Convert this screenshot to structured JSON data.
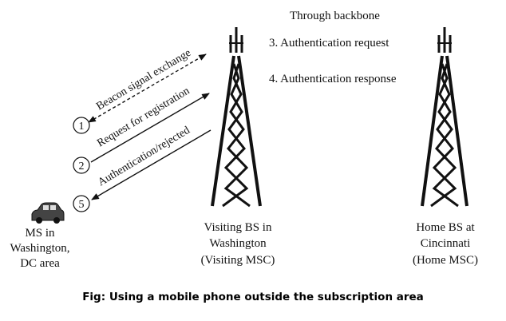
{
  "header": {
    "backbone_label": "Through backbone"
  },
  "steps_backbone": [
    {
      "label": "3. Authentication request"
    },
    {
      "label": "4. Authentication response"
    }
  ],
  "arrows": [
    {
      "number": "1",
      "label": "Beacon signal exchange",
      "direction": "both"
    },
    {
      "number": "2",
      "label": "Request for registration",
      "direction": "to-tower"
    },
    {
      "number": "5",
      "label": "Authentication/rejected",
      "direction": "to-mobile"
    }
  ],
  "mobile_station": {
    "lines": [
      "MS in",
      "Washington,",
      "DC area"
    ]
  },
  "visiting_bs": {
    "lines": [
      "Visiting BS in",
      "Washington",
      "(Visiting MSC)"
    ]
  },
  "home_bs": {
    "lines": [
      "Home BS at",
      "Cincinnati",
      "(Home MSC)"
    ]
  },
  "caption": "Fig: Using a mobile phone outside the subscription area",
  "colors": {
    "line": "#111111",
    "background": "#ffffff"
  }
}
